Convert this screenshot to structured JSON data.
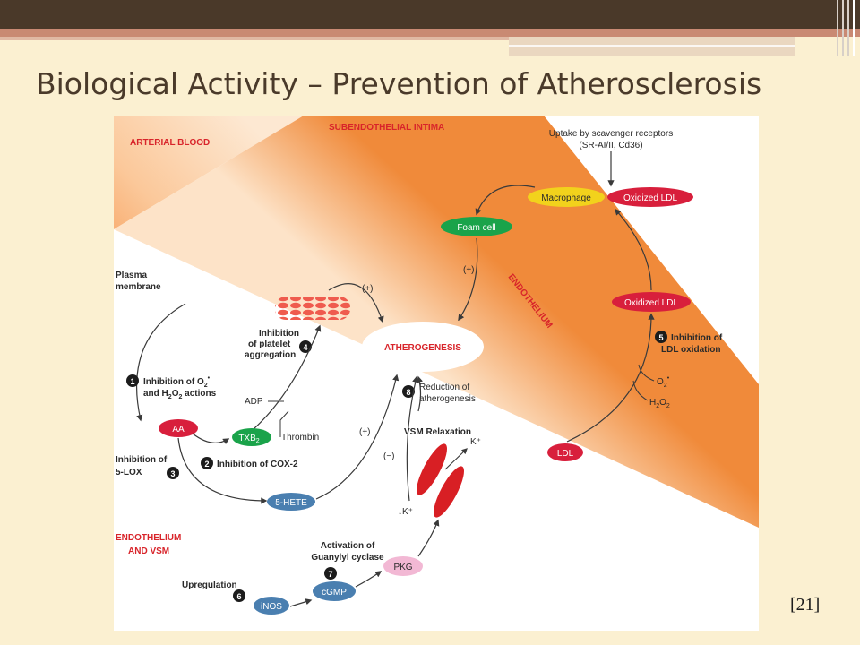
{
  "slide": {
    "title": "Biological Activity – Prevention of Atherosclerosis",
    "reference": "[21]"
  },
  "diagram": {
    "regions": {
      "arterial_blood": "ARTERIAL BLOOD",
      "subendothelial_intima": "SUBENDOTHELIAL INTIMA",
      "endothelium": "ENDOTHELIUM",
      "endothelium_vsm_1": "ENDOTHELIUM",
      "endothelium_vsm_2": "AND VSM"
    },
    "uptake": {
      "line1": "Uptake by scavenger receptors",
      "line2": "(SR-AI/II, Cd36)"
    },
    "nodes": {
      "macrophage": "Macrophage",
      "oxidized_ldl_top": "Oxidized LDL",
      "foam_cell": "Foam cell",
      "oxidized_ldl_mid": "Oxidized LDL",
      "atherogenesis": "ATHEROGENESIS",
      "aa": "AA",
      "txb2": "TXB",
      "txb2_sub": "2",
      "hete": "5-HETE",
      "ldl": "LDL",
      "pkg": "PKG",
      "inos": "iNOS",
      "cgmp": "cGMP"
    },
    "labels": {
      "plasma_1": "Plasma",
      "plasma_2": "membrane",
      "plus_foam": "(+)",
      "plus_platelet": "(+)",
      "plus_hete": "(+)",
      "minus_vsm": "(−)",
      "platelet_1": "Inhibition",
      "platelet_2": "of platelet",
      "platelet_3": "aggregation",
      "o2_1": "Inhibition of O",
      "o2_1_sub": "2",
      "o2_1_sup": "•",
      "o2_2": "and H",
      "o2_2_sub": "2",
      "o2_2_mid": "O",
      "o2_2_sub2": "2",
      "o2_2_end": " actions",
      "adp": "ADP",
      "thrombin": "Thrombin",
      "cox2": "Inhibition of  COX-2",
      "lox_1": "Inhibition of",
      "lox_2": "5-LOX",
      "ldl_ox_1": "Inhibition of",
      "ldl_ox_2": "LDL oxidation",
      "o2": "O",
      "o2_sub": "2",
      "o2_sup": "•",
      "h2o2": "H",
      "h2o2_sub": "2",
      "h2o2_mid": "O",
      "h2o2_sub2": "2",
      "reduction_1": "Reduction of",
      "reduction_2": "atherogenesis",
      "vsm_relax": "VSM Relaxation",
      "k_plus": "K⁺",
      "k_down": "↓K⁺",
      "guanylyl_1": "Activation of",
      "guanylyl_2": "Guanylyl cyclase",
      "upregulation": "Upregulation"
    },
    "steps": [
      "1",
      "2",
      "3",
      "4",
      "5",
      "6",
      "7",
      "8"
    ],
    "colors": {
      "band_light": "#fde3c8",
      "band_dark": "#f08a3a",
      "red_label": "#d8242a",
      "red_node": "#d81f3c",
      "green_node": "#1aa34a",
      "blue_node": "#4a7fb0",
      "yellow_node": "#f2d21c",
      "pink_node": "#f2b8d4",
      "step_circle": "#1c1c1c"
    }
  }
}
